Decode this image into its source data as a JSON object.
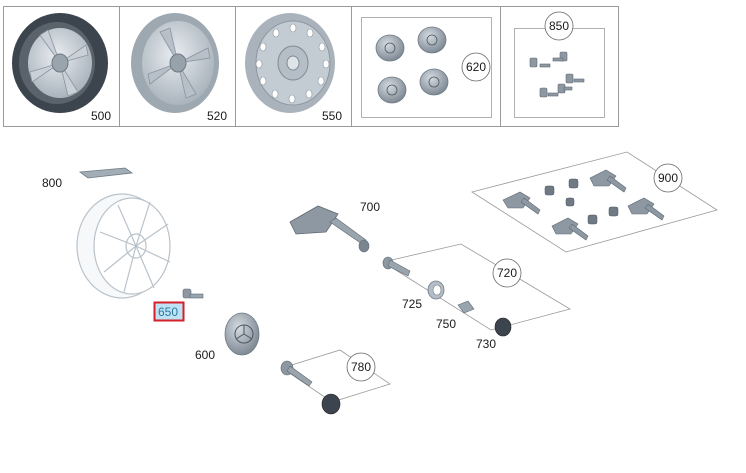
{
  "top_row": {
    "panels": [
      {
        "id": "500",
        "label": "500"
      },
      {
        "id": "520",
        "label": "520"
      },
      {
        "id": "550",
        "label": "550"
      },
      {
        "id": "620",
        "label": "620"
      },
      {
        "id": "850",
        "label": "850"
      }
    ]
  },
  "diagram": {
    "callouts": {
      "p800": "800",
      "p650": "650",
      "p600": "600",
      "p700": "700",
      "p720": "720",
      "p725": "725",
      "p750": "750",
      "p730": "730",
      "p780": "780",
      "p900": "900"
    },
    "selected_part": "650"
  },
  "colors": {
    "highlight_border": "#d4202a",
    "highlight_fill": "#bfe3f4",
    "part_gray": "#8d98a3",
    "tire_dark": "#3c444d"
  }
}
